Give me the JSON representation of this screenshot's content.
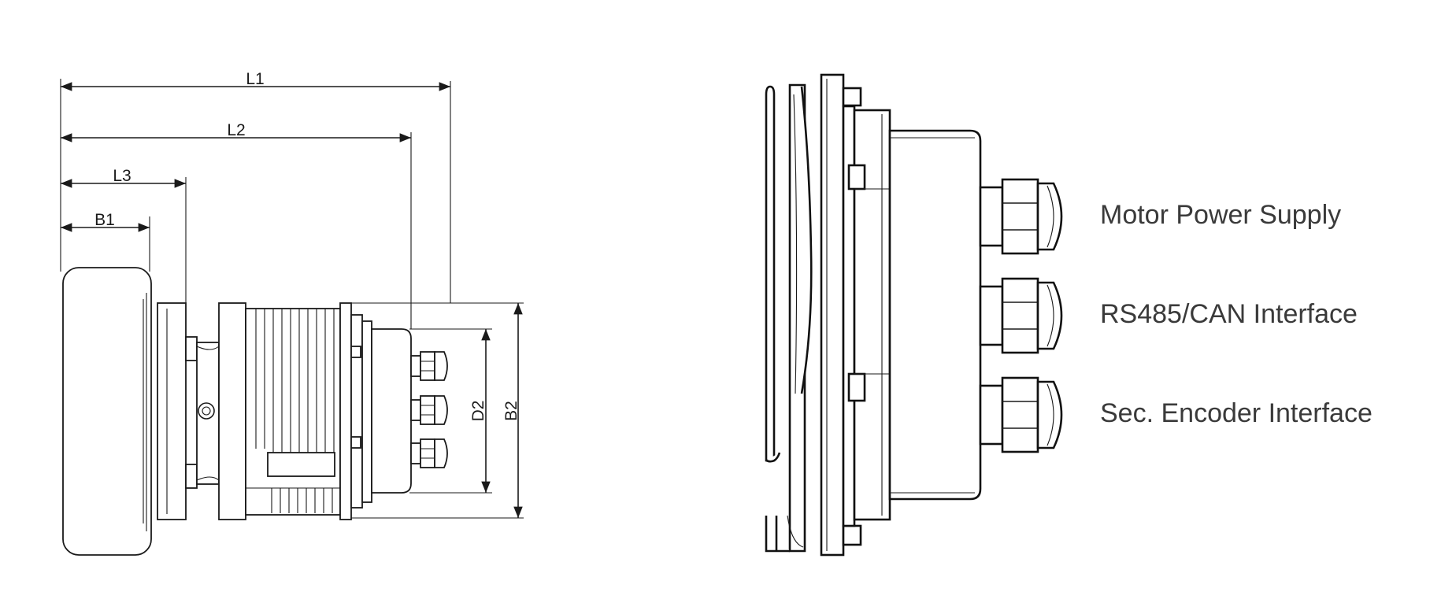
{
  "dimensions": {
    "L1": "L1",
    "L2": "L2",
    "L3": "L3",
    "B1": "B1",
    "D2": "D2",
    "B2": "B2"
  },
  "connectors": [
    {
      "label": "Motor Power Supply"
    },
    {
      "label": "RS485/CAN Interface"
    },
    {
      "label": "Sec. Encoder Interface"
    }
  ]
}
